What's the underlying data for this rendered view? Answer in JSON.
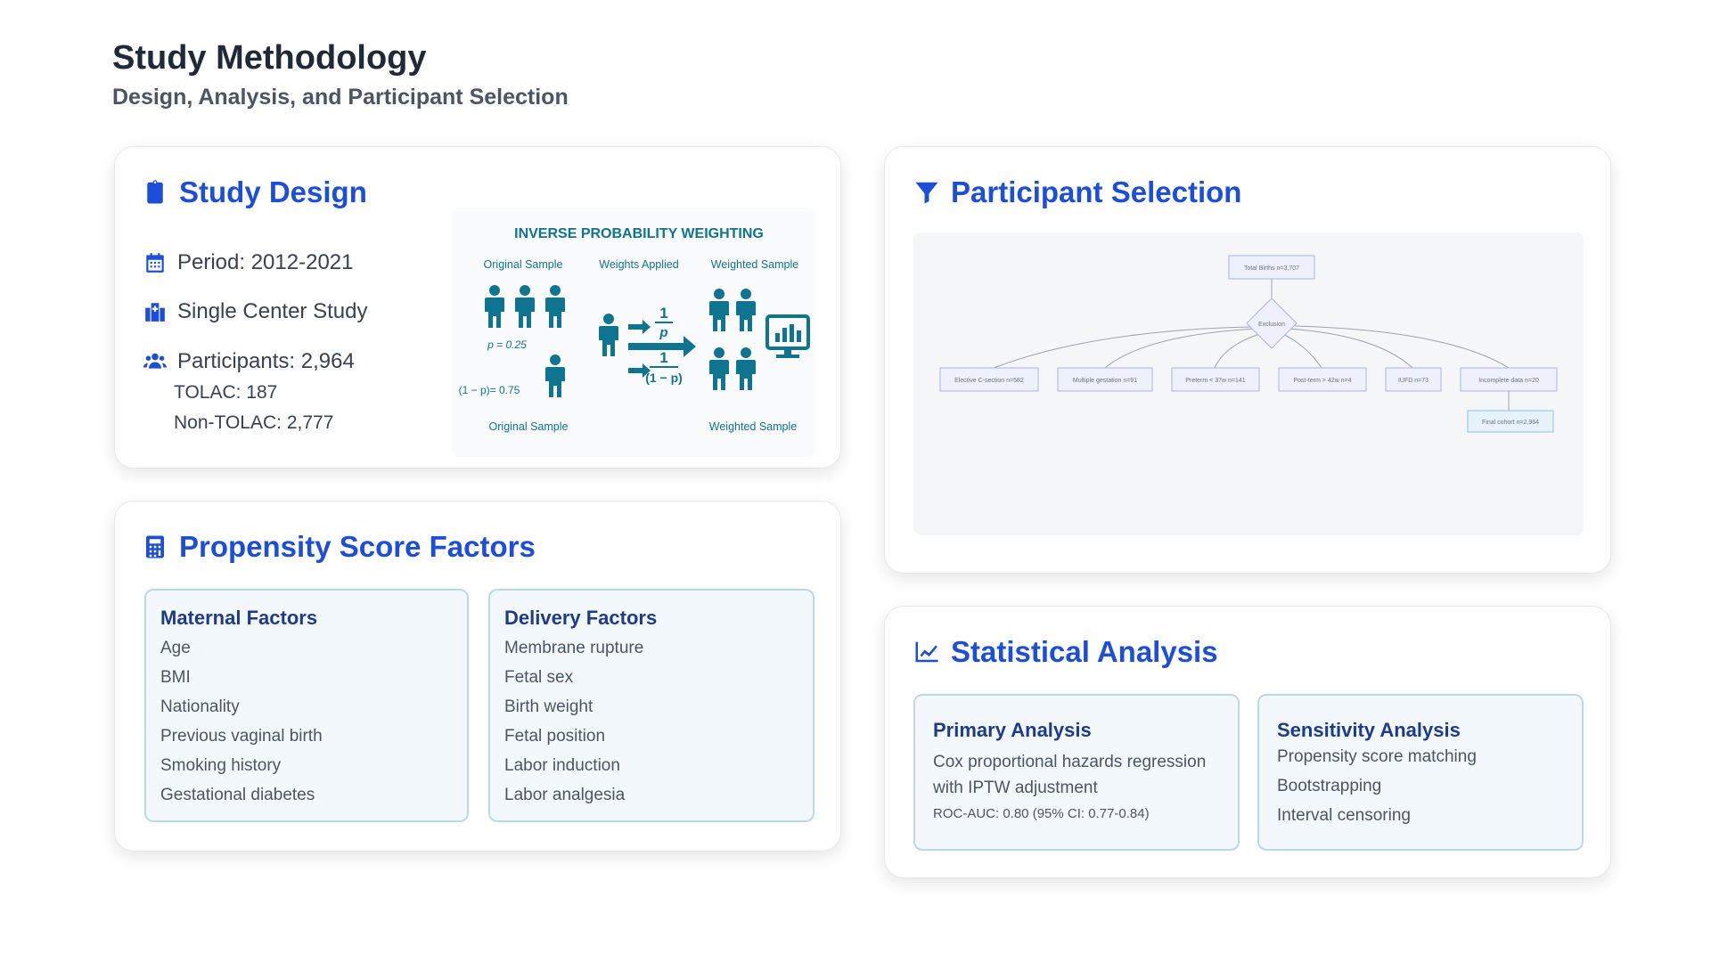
{
  "header": {
    "title": "Study Methodology",
    "subtitle": "Design, Analysis, and Participant Selection"
  },
  "study_design": {
    "title": "Study Design",
    "icon": "clipboard-icon",
    "period": "Period: 2012-2021",
    "center": "Single Center Study",
    "participants": "Participants: 2,964",
    "tolac": "TOLAC: 187",
    "non_tolac": "Non-TOLAC: 2,777",
    "ipw": {
      "title": "INVERSE PROBABILITY WEIGHTING",
      "col_original": "Original Sample",
      "col_weights": "Weights Applied",
      "col_weighted": "Weighted Sample",
      "p_label": "p = 0.25",
      "one_minus_p_label": "(1 − p)= 0.75",
      "frac_top_num": "1",
      "frac_top_den": "p",
      "frac_bot_num": "1",
      "frac_bot_den": "(1 − p)",
      "bottom_original": "Original Sample",
      "bottom_weighted": "Weighted Sample"
    }
  },
  "propensity": {
    "title": "Propensity Score Factors",
    "maternal": {
      "title": "Maternal Factors",
      "items": [
        "Age",
        "BMI",
        "Nationality",
        "Previous vaginal birth",
        "Smoking history",
        "Gestational diabetes"
      ]
    },
    "delivery": {
      "title": "Delivery Factors",
      "items": [
        "Membrane rupture",
        "Fetal sex",
        "Birth weight",
        "Fetal position",
        "Labor induction",
        "Labor analgesia"
      ]
    }
  },
  "selection": {
    "title": "Participant Selection",
    "flow": {
      "top": "Total Births n=3,707",
      "decision": "Exclusion",
      "exclusions": [
        "Elective C-section n=582",
        "Multiple gestation n=91",
        "Preterm < 37w n=141",
        "Post-term > 42w n=4",
        "IUFD n=73",
        "Incomplete data n=20"
      ],
      "final": "Final cohort n=2,964"
    }
  },
  "statistical": {
    "title": "Statistical Analysis",
    "primary": {
      "title": "Primary Analysis",
      "line1": "Cox proportional hazards regression",
      "line2": "with IPTW adjustment",
      "note": "ROC-AUC: 0.80 (95% CI: 0.77-0.84)"
    },
    "sensitivity": {
      "title": "Sensitivity Analysis",
      "items": [
        "Propensity score matching",
        "Bootstrapping",
        "Interval censoring"
      ]
    }
  },
  "colors": {
    "accent": "#1d4ed8",
    "ipw_teal": "#0e7490",
    "box_bg": "#f2f8fc",
    "box_border": "#bcd9ec"
  }
}
